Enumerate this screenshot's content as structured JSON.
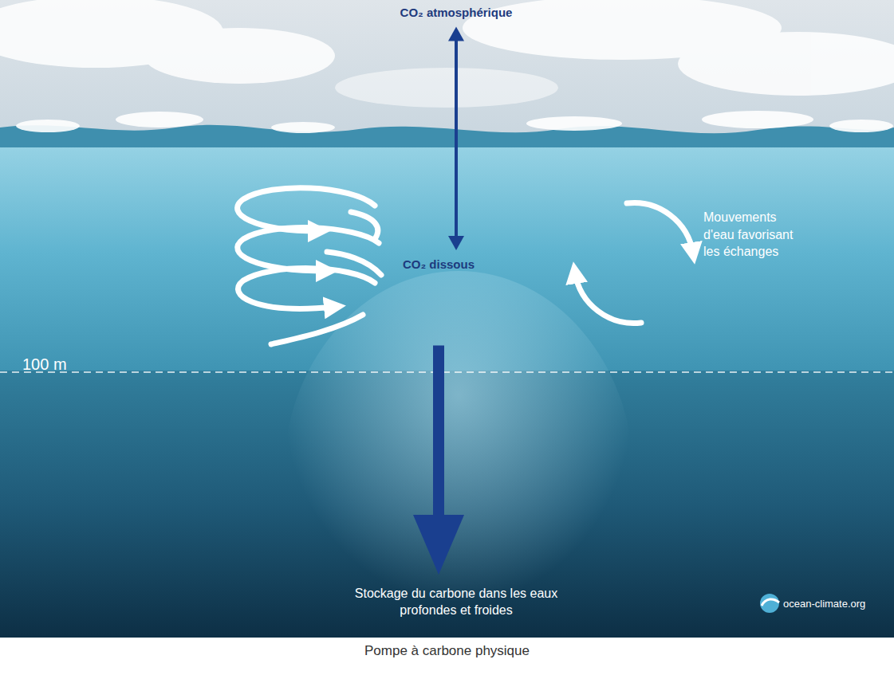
{
  "diagram": {
    "caption": "Pompe à carbone physique",
    "nodes": [
      {
        "text": [
          "CO₂ atmosphérique"
        ]
      },
      {
        "text": [
          "CO₂ dissous"
        ]
      },
      {
        "text": [
          "Stockage du carbone dans les eaux profondes et froides"
        ]
      }
    ],
    "edges": [
      {
        "from": 0,
        "to": 1,
        "arrow": "both"
      },
      {
        "from": 1,
        "to": 2,
        "arrow": "to"
      }
    ],
    "labels": [
      "Mouvements d'eau favorisant les échanges",
      "100 m",
      "ocean-climate.org"
    ]
  }
}
